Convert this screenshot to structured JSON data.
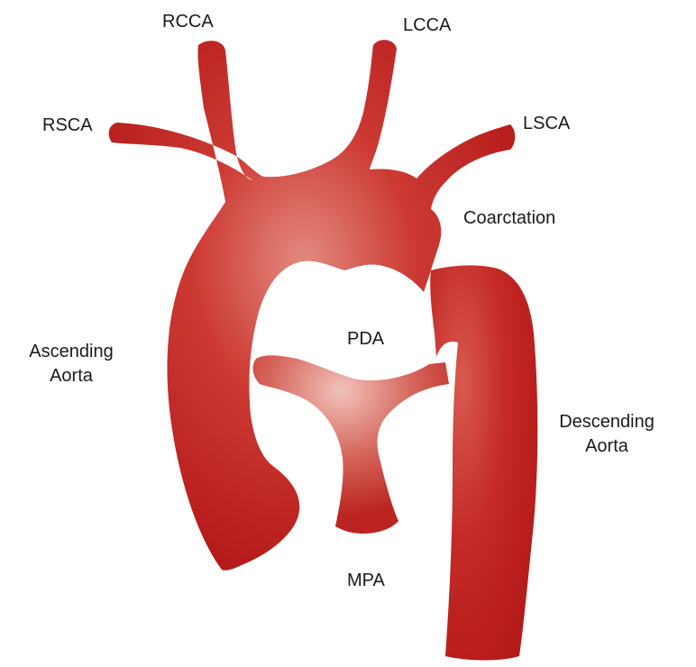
{
  "colors": {
    "vessel_dark": "#b81c1c",
    "vessel_mid": "#c9302c",
    "vessel_light": "#e9a39b",
    "text": "#1a1a1a",
    "background": "#ffffff"
  },
  "labels": {
    "rcca": "RCCA",
    "lcca": "LCCA",
    "rsca": "RSCA",
    "lsca": "LSCA",
    "coarctation": "Coarctation",
    "ascending_aorta": [
      "Ascending",
      "Aorta"
    ],
    "pda": "PDA",
    "descending_aorta": [
      "Descending",
      "Aorta"
    ],
    "mpa": "MPA"
  }
}
